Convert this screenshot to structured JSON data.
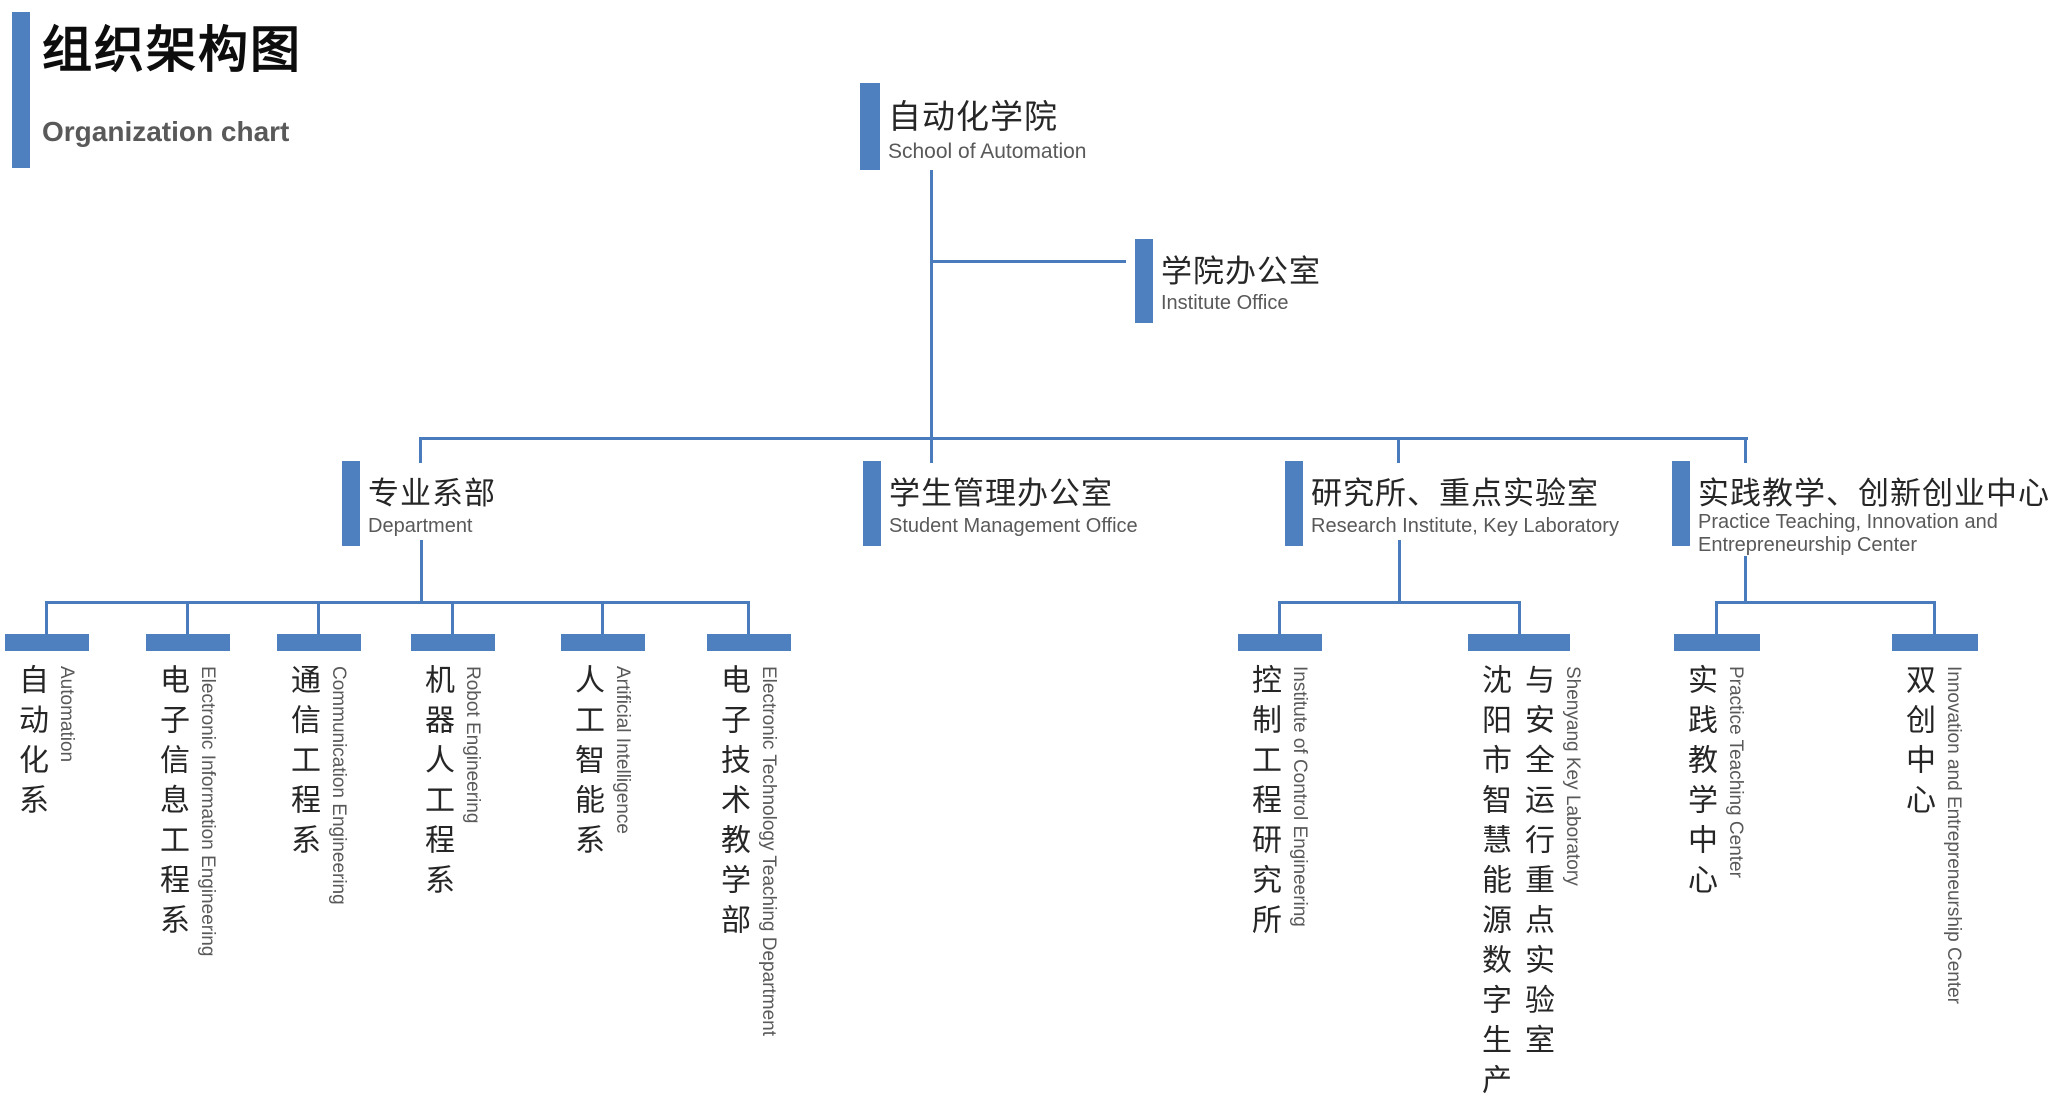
{
  "colors": {
    "accent": "#4e7fbf",
    "line": "#4a7cbd",
    "zh": "#262626",
    "en": "#595959"
  },
  "title": {
    "zh": "组织架构图",
    "en": "Organization chart"
  },
  "nodes": {
    "root": {
      "zh": "自动化学院",
      "en": "School of Automation"
    },
    "office": {
      "zh": "学院办公室",
      "en": "Institute Office"
    }
  },
  "branches": [
    {
      "zh": "专业系部",
      "en": "Department",
      "children": [
        {
          "zh": "自动化系",
          "en": "Automation"
        },
        {
          "zh": "电子信息工程系",
          "en": "Electronic Information Engineering"
        },
        {
          "zh": "通信工程系",
          "en": "Communication Engineering"
        },
        {
          "zh": "机器人工程系",
          "en": "Robot Engineering"
        },
        {
          "zh": "人工智能系",
          "en": "Artificial Intelligence"
        },
        {
          "zh": "电子技术教学部",
          "en": "Electronic Technology Teaching Department"
        }
      ]
    },
    {
      "zh": "学生管理办公室",
      "en": "Student Management Office",
      "children": []
    },
    {
      "zh": "研究所、重点实验室",
      "en": "Research Institute, Key Laboratory",
      "children": [
        {
          "zh": "控制工程研究所",
          "en": "Institute of Control Engineering"
        },
        {
          "zh_col1": "沈阳市智慧能源数字生产",
          "zh_col2": "与安全运行重点实验室",
          "en": "Shenyang Key Laboratory"
        }
      ]
    },
    {
      "zh": "实践教学、创新创业中心",
      "en": "Practice Teaching, Innovation and Entrepreneurship Center",
      "children": [
        {
          "zh": "实践教学中心",
          "en": "Practice Teaching Center"
        },
        {
          "zh": "双创中心",
          "en": "Innovation and Entrepreneurship Center"
        }
      ]
    }
  ]
}
